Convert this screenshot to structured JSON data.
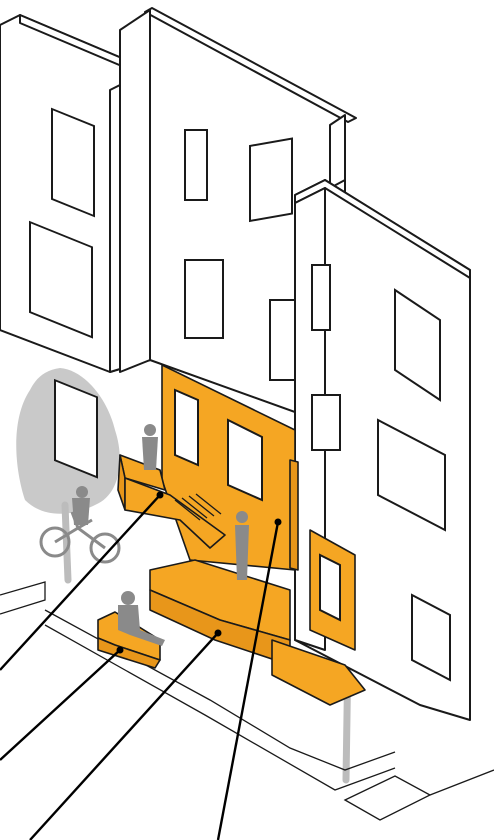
{
  "illustration": {
    "accent_color": "#F5A623",
    "outline_color": "#1a1a1a",
    "foliage_color": "#c9c9c9",
    "figure_color": "#8a8a8a",
    "callout_count": 4,
    "elements": [
      "rowhouse-left",
      "rowhouse-center",
      "rowhouse-right",
      "porch-facade",
      "entry-stoop",
      "front-steps",
      "street-bench",
      "trees",
      "people",
      "bicycle"
    ]
  }
}
